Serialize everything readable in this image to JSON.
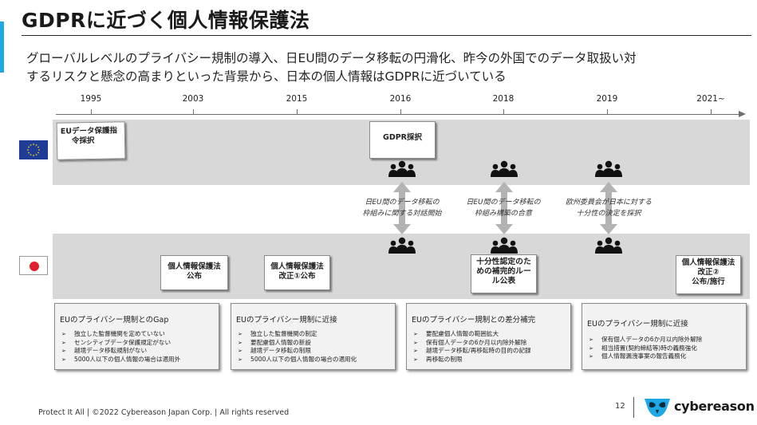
{
  "header": {
    "title": "GDPRに近づく個人情報保護法",
    "subtitle_line1": "グローバルレベルのプライバシー規制の導入、日EU間のデータ移転の円滑化、昨今の外国でのデータ取扱い対",
    "subtitle_line2": "するリスクと懸念の高まりといった背景から、日本の個人情報はGDPRに近づいている"
  },
  "timeline": {
    "years": [
      "1995",
      "2003",
      "2015",
      "2016",
      "2018",
      "2019",
      "2021~"
    ]
  },
  "eu_events": [
    {
      "line1": "EUデータ保護指",
      "line2": "令採択"
    },
    {
      "line1": "GDPR採択"
    }
  ],
  "jp_events": [
    {
      "line1": "個人情報保護法",
      "line2": "公布"
    },
    {
      "line1": "個人情報保護法",
      "line2": "改正①公布"
    },
    {
      "line1": "十分性認定のた",
      "line2": "めの補完的ルー",
      "line3": "ル公表"
    },
    {
      "line1": "個人情報保護法",
      "line2": "改正②",
      "line3": "公布/施行"
    }
  ],
  "bilateral": [
    {
      "line1": "日EU間のデータ移転の",
      "line2": "枠組みに関する対話開始"
    },
    {
      "line1": "日EU間のデータ移転の",
      "line2": "枠組み構築の合意"
    },
    {
      "line1": "欧州委員会が日本に対する",
      "line2": "十分性の決定を採択"
    }
  ],
  "detail_boxes": [
    {
      "heading": "EUのプライバシー規制とのGap",
      "bullet": "➢",
      "items": [
        "独立した監督機関を定めていない",
        "センシティブデータ保護規定がない",
        "越境データ移転規制がない",
        "5000人以下の個人情報の場合は適用外"
      ]
    },
    {
      "heading": "EUのプライバシー規制に近接",
      "bullet": "➢",
      "items": [
        "独立した監督機関の制定",
        "要配慮個人情報の新設",
        "越境データ移転の制限",
        "5000人以下の個人情報の場合の適用化"
      ]
    },
    {
      "heading": "EUのプライバシー規制との差分補完",
      "bullet": "➢",
      "items": [
        "要配慮個人情報の範囲拡大",
        "保有個人データの6か月以内除外解除",
        "越境データ移転/再移転時の目的の記録",
        "再移転の制限"
      ]
    },
    {
      "heading": "EUのプライバシー規制に近接",
      "bullet": "➢",
      "items": [
        "保有個人データの6か月以内除外解除",
        "相当措置(契約締結等)時の義務強化",
        "個人情報漏洩事案の報告義務化"
      ]
    }
  ],
  "footer": {
    "copyright": "Protect It All | ©2022 Cybereason Japan Corp. | All rights reserved",
    "page_number": "12",
    "logo_text": "cybereason"
  },
  "colors": {
    "accent": "#1ea8e6",
    "band": "#d8d8d8",
    "eu_flag": "#1f3c96",
    "eu_stars": "#f5d10b",
    "jp_dot": "#e01e2d",
    "arrow": "#b3b3b3",
    "people_icon": "#111111"
  },
  "icons": [
    "eu-flag-icon",
    "japan-flag-icon",
    "people-group-icon",
    "double-arrow-icon",
    "cybereason-owl-logo"
  ]
}
